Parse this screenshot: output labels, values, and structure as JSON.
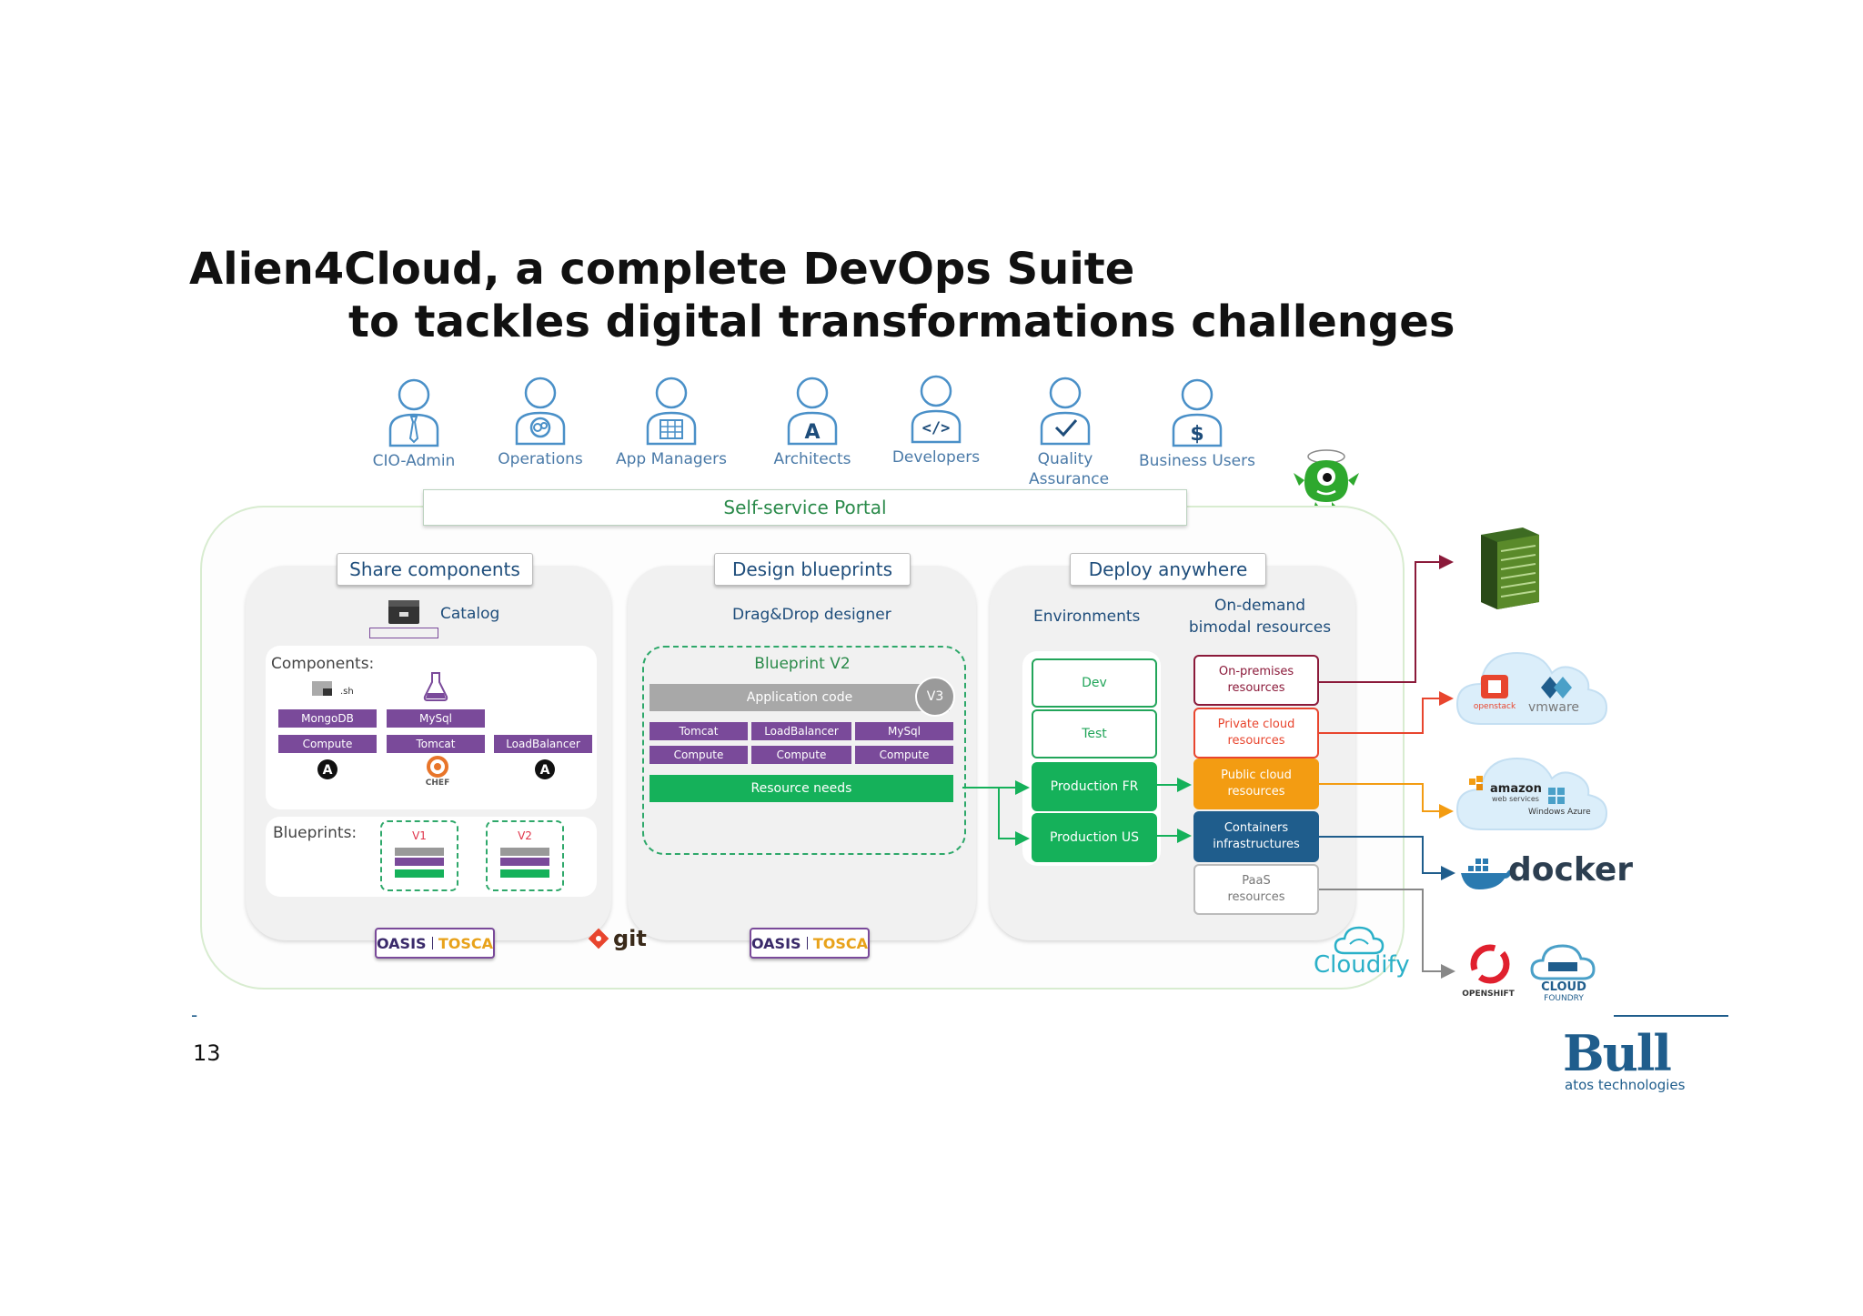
{
  "title": {
    "line1": "Alien4Cloud, a complete DevOps Suite",
    "line2": "to tackles digital transformations challenges"
  },
  "roles": [
    {
      "label": "CIO-Admin",
      "icon": "tie-icon"
    },
    {
      "label": "Operations",
      "icon": "gears-icon"
    },
    {
      "label": "App Managers",
      "icon": "grid-icon"
    },
    {
      "label": "Architects",
      "icon": "letter-a-icon"
    },
    {
      "label": "Developers",
      "icon": "code-icon"
    },
    {
      "label": "Quality Assurance",
      "icon": "checkmark-icon"
    },
    {
      "label": "Business Users",
      "icon": "dollar-icon"
    }
  ],
  "portal": "Self-service Portal",
  "share": {
    "header": "Share components",
    "catalog": "Catalog",
    "components_label": "Components:",
    "sh": ".sh",
    "col1": [
      "MongoDB",
      "Compute"
    ],
    "col2": [
      "MySql",
      "Tomcat"
    ],
    "col3": [
      "LoadBalancer"
    ],
    "chef": "CHEF",
    "blueprints_label": "Blueprints:",
    "v1": "V1",
    "v2": "V2"
  },
  "design": {
    "header": "Design blueprints",
    "designer": "Drag&Drop designer",
    "blueprint_title": "Blueprint V2",
    "app_code": "Application code",
    "v3": "V3",
    "row1": [
      "Tomcat",
      "LoadBalancer",
      "MySql"
    ],
    "row2": [
      "Compute",
      "Compute",
      "Compute"
    ],
    "resource_needs": "Resource needs"
  },
  "deploy": {
    "header": "Deploy anywhere",
    "environments": "Environments",
    "ondemand_line1": "On-demand",
    "ondemand_line2": "bimodal resources",
    "envs": [
      "Dev",
      "Test",
      "Production FR",
      "Production US"
    ],
    "resources": [
      {
        "line1": "On-premises",
        "line2": "resources",
        "color": "#8b1a3a"
      },
      {
        "line1": "Private cloud",
        "line2": "resources",
        "color": "#e8452e"
      },
      {
        "line1": "Public cloud",
        "line2": "resources",
        "color": "#f39c12"
      },
      {
        "line1": "Containers",
        "line2": "infrastructures",
        "color": "#1f5d8c"
      },
      {
        "line1": "PaaS",
        "line2": "resources",
        "color": "#888888"
      }
    ]
  },
  "badges": {
    "oasis": "OASIS",
    "tosca": "TOSCA",
    "git": "git"
  },
  "cloudify": "Cloudify",
  "providers": {
    "openstack": "openstack",
    "vmware": "vmware",
    "amazon": "amazon",
    "webservices": "web services",
    "azure": "Windows Azure",
    "docker": "docker",
    "openshift": "OPENSHIFT",
    "cloudfoundry_line1": "CLOUD",
    "cloudfoundry_line2": "FOUNDRY"
  },
  "footer": {
    "page_number": "13",
    "dash": "-",
    "logo": "Bull",
    "tagline": "atos technologies"
  },
  "colors": {
    "green": "#15b15a",
    "purple": "#7a4a9a",
    "blue_text": "#1e4d7b",
    "bull_blue": "#1f5d8c"
  }
}
